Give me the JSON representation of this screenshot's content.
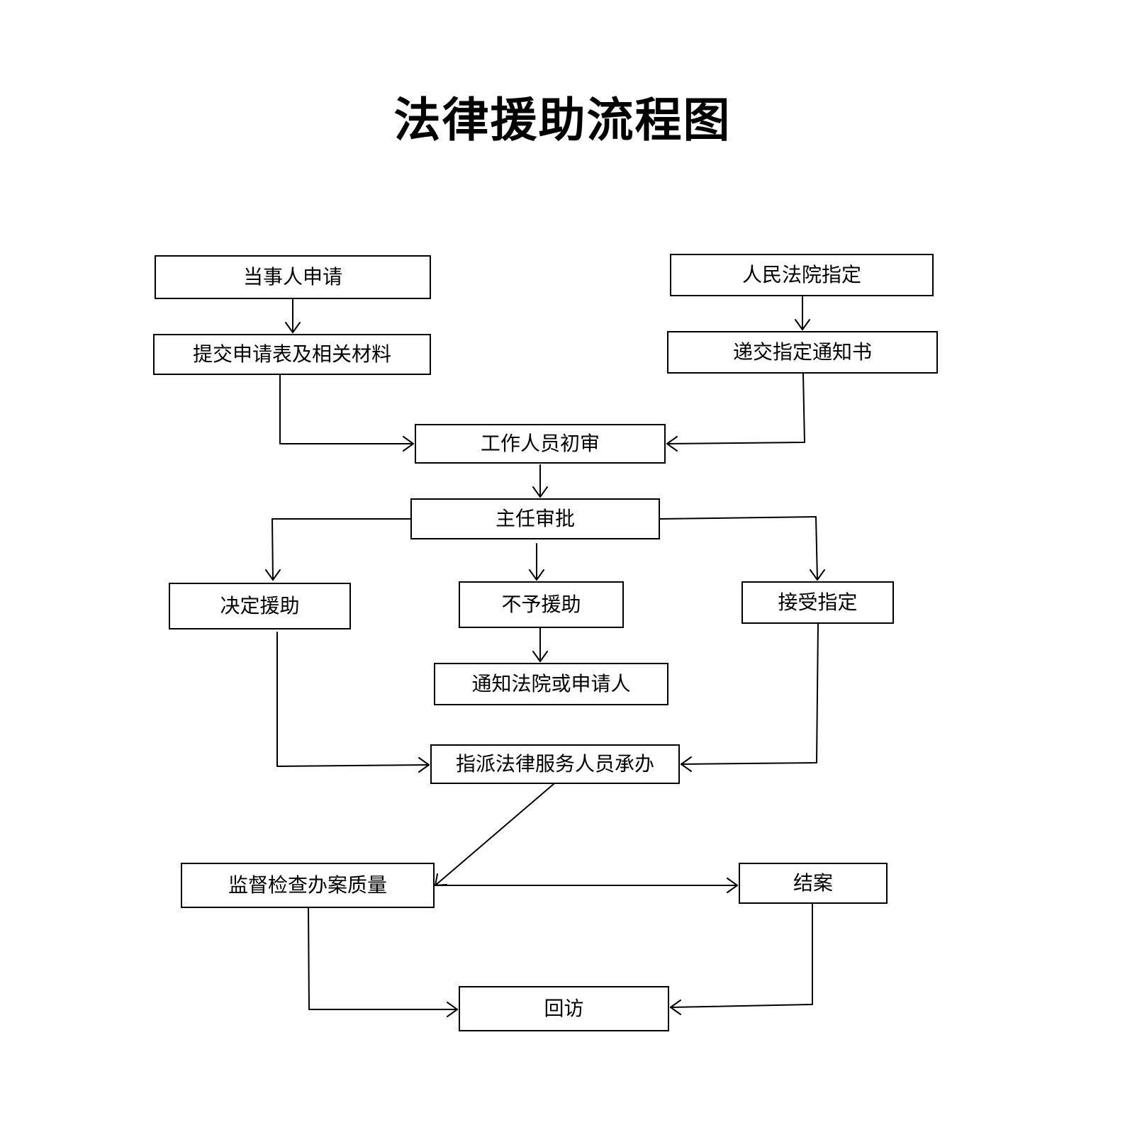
{
  "title": "法律援助流程图",
  "nodes": {
    "apply": "当事人申请",
    "court_appoint": "人民法院指定",
    "submit_form": "提交申请表及相关材料",
    "deliver_notice": "递交指定通知书",
    "initial_review": "工作人员初审",
    "director_approve": "主任审批",
    "decide_aid": "决定援助",
    "deny_aid": "不予援助",
    "accept_appoint": "接受指定",
    "notify": "通知法院或申请人",
    "assign_lawyer": "指派法律服务人员承办",
    "supervise": "监督检查办案质量",
    "close_case": "结案",
    "follow_up": "回访"
  },
  "colors": {
    "line": "#000000",
    "background": "#ffffff"
  }
}
